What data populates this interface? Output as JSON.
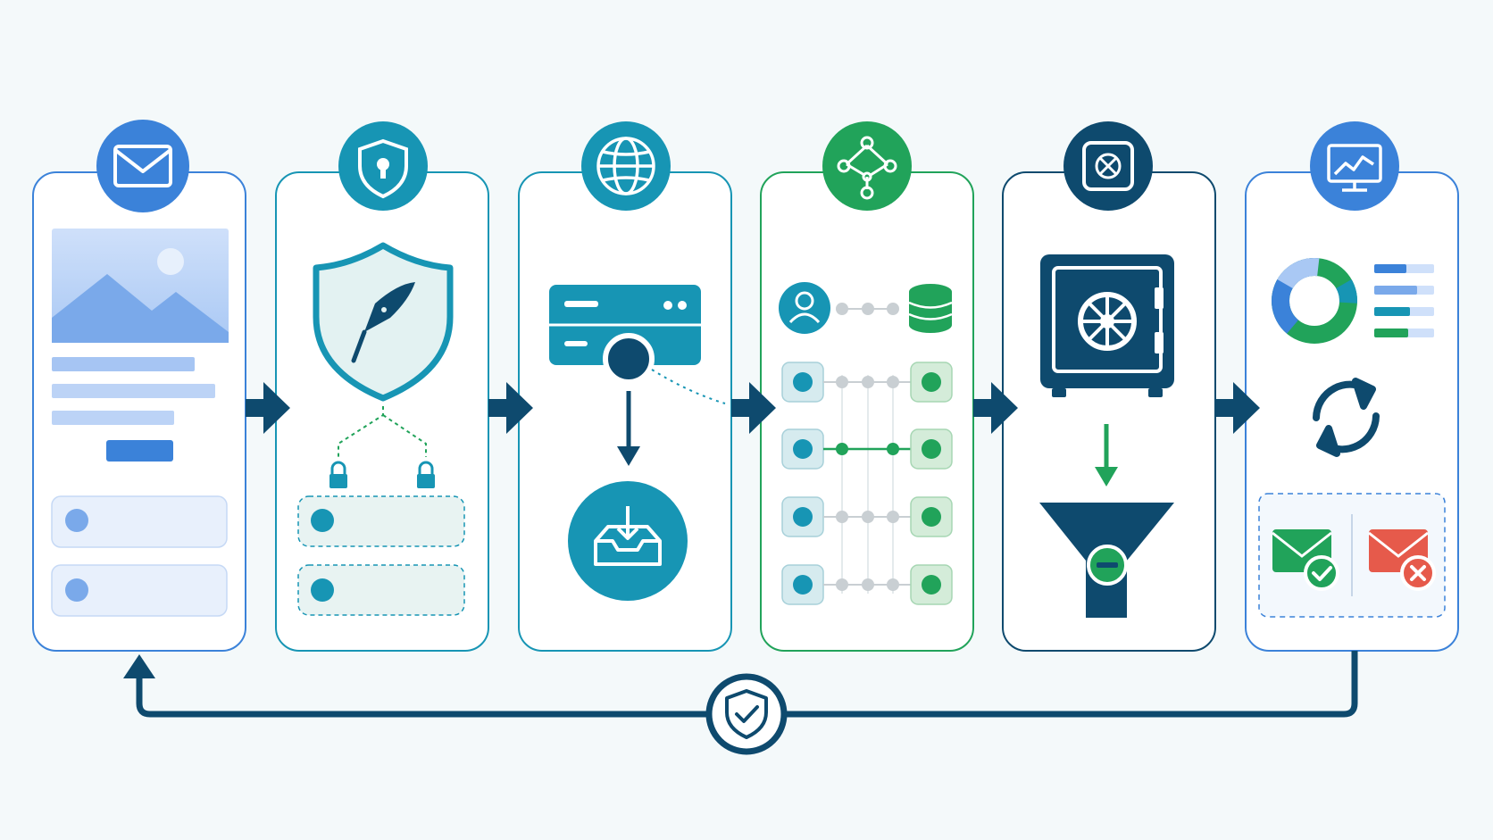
{
  "diagram": {
    "colors": {
      "background": "#f4f9fa",
      "blue": "#3b82d9",
      "light_blue": "#8cb4f0",
      "teal": "#1795b4",
      "green": "#21a35a",
      "navy": "#0e4a6e",
      "red": "#e65a4b"
    },
    "stages": [
      {
        "key": "stage-1",
        "badge_icon": "envelope-icon",
        "content": "email-template-with-image-text-and-fields",
        "accent": "#3b82d9"
      },
      {
        "key": "stage-2",
        "badge_icon": "shield-keyhole-icon",
        "content": "shield-with-pen-and-locked-fields",
        "accent": "#1795b4"
      },
      {
        "key": "stage-3",
        "badge_icon": "globe-icon",
        "content": "server-to-inbox-download",
        "accent": "#1795b4"
      },
      {
        "key": "stage-4",
        "badge_icon": "network-nodes-icon",
        "content": "user-to-database-mapping-rows",
        "accent": "#21a35a"
      },
      {
        "key": "stage-5",
        "badge_icon": "vault-icon",
        "content": "safe-into-filter-funnel",
        "accent": "#0e4a6e"
      },
      {
        "key": "stage-6",
        "badge_icon": "monitor-chart-icon",
        "content": "donut-chart-refresh-and-accepted-rejected-mail",
        "accent": "#3b82d9"
      }
    ],
    "feedback_loop": {
      "badge_icon": "shield-check-icon"
    }
  }
}
